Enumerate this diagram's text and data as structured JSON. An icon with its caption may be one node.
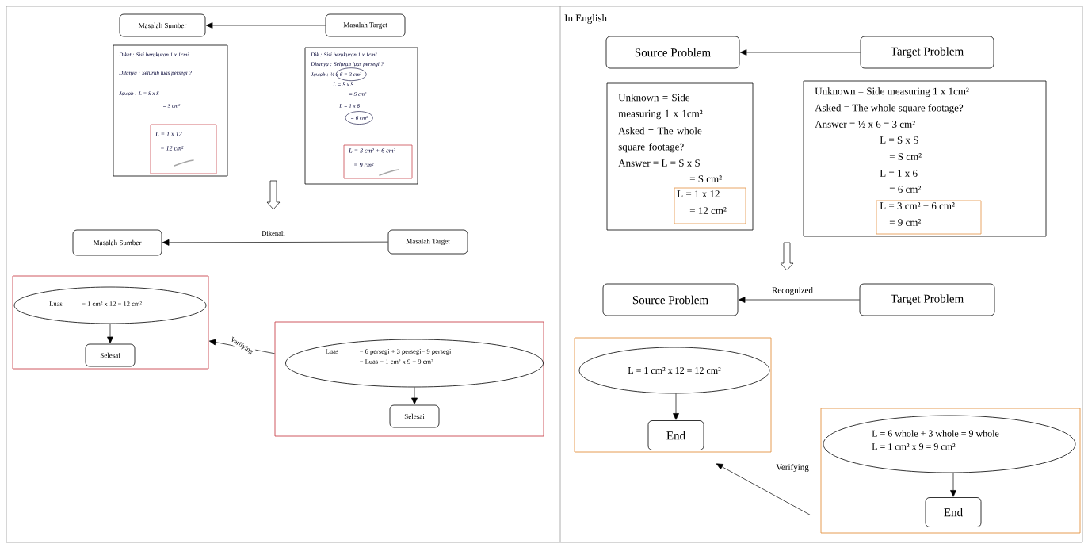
{
  "diagram": {
    "nodes": [
      {
        "text": [
          "Masalah Sumber"
        ]
      },
      {
        "text": [
          "Masalah Target"
        ]
      },
      {
        "text": [
          "Diket : Sisi berukuran 1 x 1cm²",
          "Ditanya : Seluruh luas persegi ?",
          "Jawab : L = S x S",
          "= S cm²"
        ]
      },
      {
        "text": [
          "L = 1 x 12",
          "= 12 cm²"
        ],
        "in": 2
      },
      {
        "text": [
          "Dik : Sisi berukuran 1 x 1cm²",
          "Ditanya : Seluruh luas persegi ?",
          "Jawab : ½ x 6 = 3 cm²",
          "L = S x S",
          "= S cm²",
          "L = 1 x 6",
          "= 6 cm²"
        ]
      },
      {
        "text": [
          "L = 3 cm² + 6 cm²",
          "= 9 cm²"
        ],
        "in": 4
      },
      {
        "text": [
          "Masalah Sumber"
        ]
      },
      {
        "text": [
          "Masalah Target"
        ]
      },
      {
        "text": [],
        "shape": "box"
      },
      {
        "text": [
          "Luas",
          "= 1 cm² x 12 = 12 cm²"
        ],
        "in": 8
      },
      {
        "text": [
          "Selesai"
        ],
        "in": 8
      },
      {
        "text": [],
        "shape": "box"
      },
      {
        "text": [
          "Luas",
          "= 6 persegi + 3 persegi= 9 persegi",
          "= Luas = 1 cm² x 9 = 9 cm²"
        ],
        "in": 11
      },
      {
        "text": [
          "Selesai"
        ],
        "in": 11
      },
      {
        "text": [
          "Source Problem"
        ]
      },
      {
        "text": [
          "Target Problem"
        ]
      },
      {
        "text": [
          "Unknown = Side measuring 1 x 1cm²",
          "Asked = The whole square footage?",
          "Answer = L = S x S",
          "= S cm²"
        ]
      },
      {
        "text": [
          "L = 1 x 12",
          "= 12 cm²"
        ],
        "in": 16
      },
      {
        "text": [
          "Unknown = Side measuring 1 x 1cm²",
          "Asked = The whole square footage?",
          "Answer = ½ x 6 = 3 cm²",
          "L = S x S",
          "= S cm²",
          "L = 1 x 6",
          "= 6 cm²"
        ]
      },
      {
        "text": [
          "L = 3 cm² + 6 cm²",
          "= 9 cm²"
        ],
        "in": 18
      },
      {
        "text": [
          "Source Problem"
        ]
      },
      {
        "text": [
          "Target Problem"
        ]
      },
      {
        "text": [],
        "shape": "box"
      },
      {
        "text": [
          "L = 1 cm² x 12 = 12 cm²"
        ],
        "in": 22
      },
      {
        "text": [
          "End"
        ],
        "in": 22
      },
      {
        "text": [],
        "shape": "box"
      },
      {
        "text": [
          "L = 6 whole + 3 whole = 9 whole",
          "L = 1 cm² x 9 = 9 cm²"
        ],
        "in": 25
      },
      {
        "text": [
          "End"
        ],
        "in": 25
      }
    ],
    "edges": [
      {
        "from": 1,
        "to": 0,
        "arrow": "to"
      },
      {
        "from": 7,
        "to": 6,
        "arrow": "to",
        "label": "Dikenali"
      },
      {
        "from": 9,
        "to": 10,
        "arrow": "to"
      },
      {
        "from": 12,
        "to": 13,
        "arrow": "to"
      },
      {
        "from": 11,
        "to": 8,
        "arrow": "to",
        "label": "Verifying"
      },
      {
        "from": 15,
        "to": 14,
        "arrow": "to"
      },
      {
        "from": 21,
        "to": 20,
        "arrow": "to",
        "label": "Recognized"
      },
      {
        "from": 23,
        "to": 24,
        "arrow": "to"
      },
      {
        "from": 26,
        "to": 27,
        "arrow": "to"
      },
      {
        "from": 25,
        "to": 22,
        "arrow": "to",
        "label": "Verifying"
      }
    ],
    "labels": [
      "In English"
    ]
  }
}
